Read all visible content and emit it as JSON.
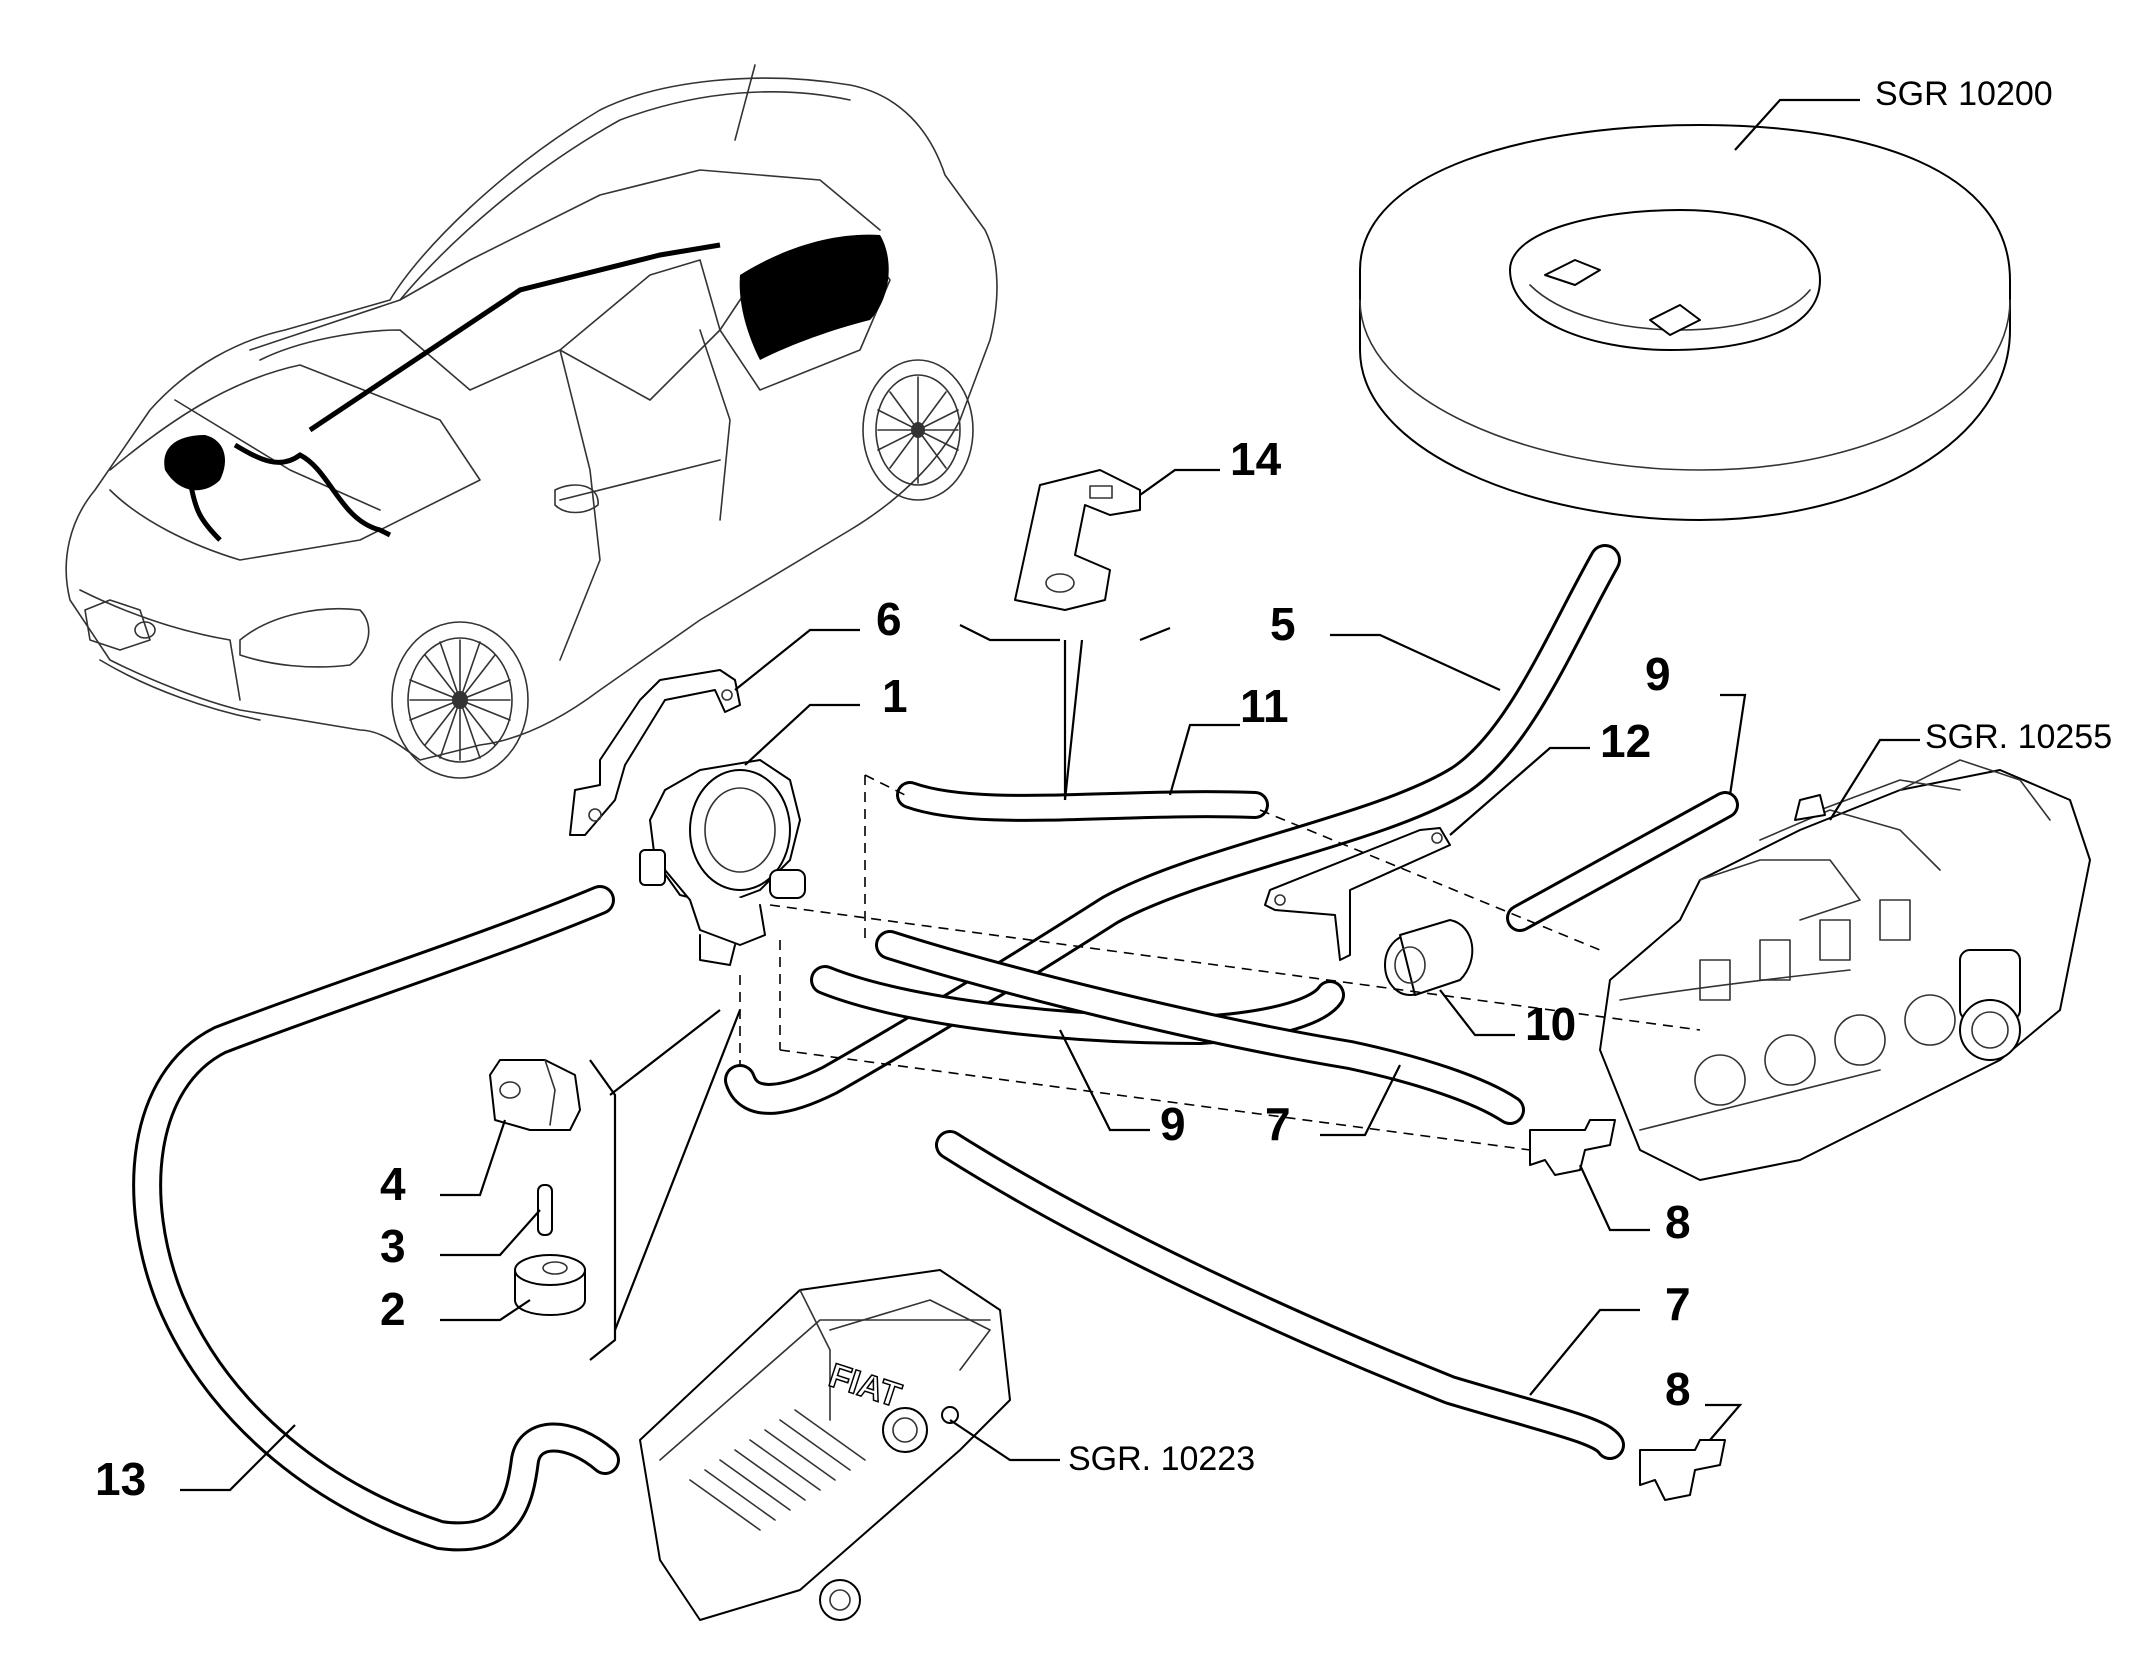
{
  "callouts": {
    "c1": "1",
    "c2": "2",
    "c3": "3",
    "c4": "4",
    "c5": "5",
    "c6": "6",
    "c7a": "7",
    "c7b": "7",
    "c8a": "8",
    "c8b": "8",
    "c9a": "9",
    "c9b": "9",
    "c10": "10",
    "c11": "11",
    "c12": "12",
    "c13": "13",
    "c14": "14"
  },
  "references": {
    "tank": "SGR 10200",
    "manifold": "SGR. 10255",
    "airbox": "SGR. 10223"
  },
  "logo_text": "FIAT"
}
